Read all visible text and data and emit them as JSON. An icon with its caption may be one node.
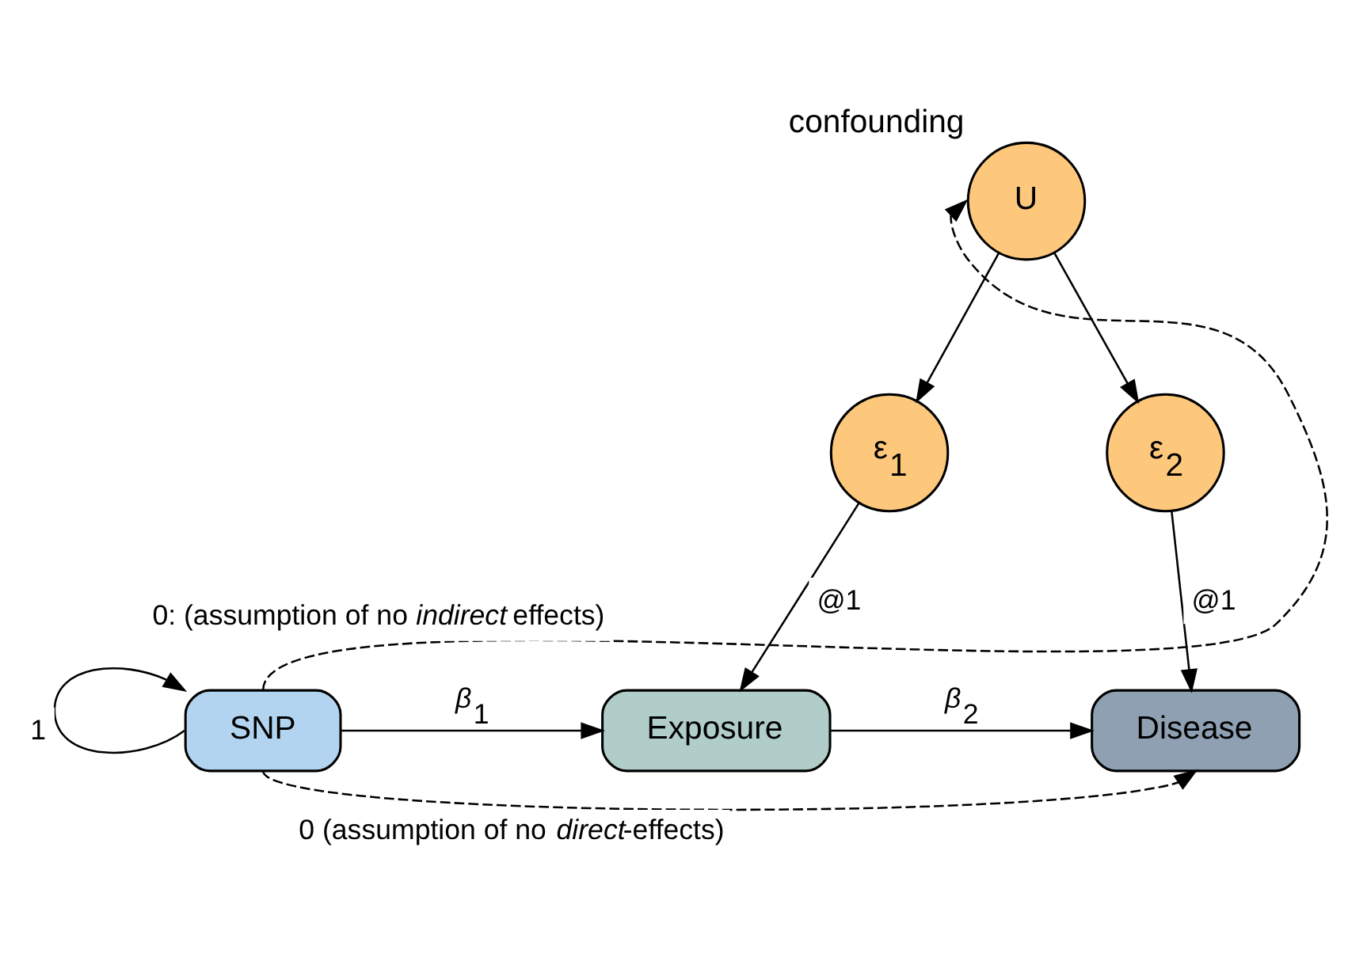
{
  "diagram": {
    "nodes": [
      {
        "text": [
          "U"
        ],
        "beside": [
          "confounding"
        ]
      },
      {
        "text": [
          "ε$_{1}$"
        ]
      },
      {
        "text": [
          "ε$_{2}$"
        ]
      },
      {
        "text": [
          "SNP"
        ]
      },
      {
        "text": [
          "Exposure"
        ]
      },
      {
        "text": [
          "Disease"
        ]
      }
    ],
    "edges": [
      {
        "from": 3,
        "to": 3,
        "arrow": "to",
        "label": "1"
      },
      {
        "from": 3,
        "to": 0,
        "arrow": "to",
        "style": "dashed",
        "label": "0: (assumption of no *indirect* effects)"
      },
      {
        "from": 0,
        "to": 1,
        "arrow": "to"
      },
      {
        "from": 0,
        "to": 2,
        "arrow": "to"
      },
      {
        "from": 1,
        "to": 4,
        "arrow": "to",
        "label": "@1"
      },
      {
        "from": 2,
        "to": 5,
        "arrow": "to",
        "label": "@1"
      },
      {
        "from": 3,
        "to": 4,
        "arrow": "to",
        "label": "*β*$_{1}$"
      },
      {
        "from": 4,
        "to": 5,
        "arrow": "to",
        "label": "*β*$_{2}$"
      },
      {
        "from": 3,
        "to": 5,
        "arrow": "to",
        "style": "dashed",
        "label": "0 (assumption of no *direct*-effects)"
      }
    ]
  }
}
